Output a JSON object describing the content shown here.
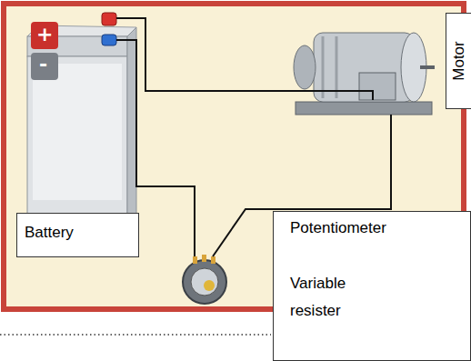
{
  "diagram": {
    "nodes": [
      {
        "text": [
          "Battery"
        ]
      },
      {
        "text": [
          "Motor"
        ]
      },
      {
        "text": [
          "Potentiometer",
          "Variable resister"
        ]
      }
    ],
    "labels": [
      "+",
      "-"
    ]
  }
}
